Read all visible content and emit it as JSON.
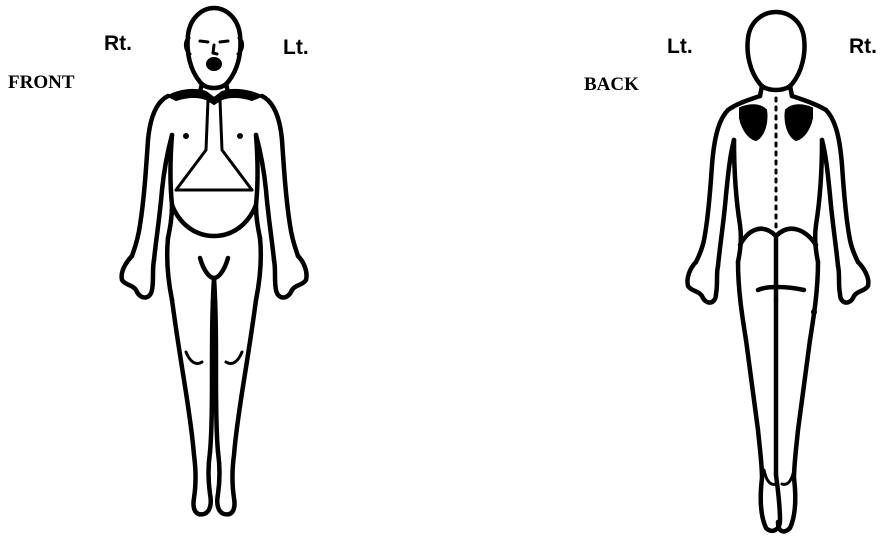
{
  "front": {
    "view_label": "FRONT",
    "right_side_label": "Rt.",
    "left_side_label": "Lt."
  },
  "back": {
    "view_label": "BACK",
    "left_side_label": "Lt.",
    "right_side_label": "Rt."
  },
  "colors": {
    "line": "#000000",
    "background": "#ffffff"
  }
}
